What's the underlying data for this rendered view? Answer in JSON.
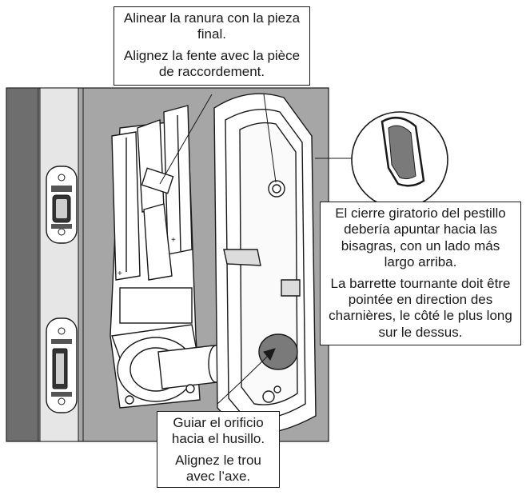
{
  "callouts": {
    "slot": {
      "es": "Alinear la ranura con la pieza final.",
      "fr": "Alignez la fente avec la pièce de raccordement."
    },
    "latch": {
      "es": "El cierre giratorio del pestillo debería apuntar hacia las bisagras, con un lado más largo arriba.",
      "fr": "La barrette tournante doit être pointée en direction des charnières, le côté le plus long sur le dessus."
    },
    "hole": {
      "es": "Guiar el orificio hacia el husillo.",
      "fr": "Alignez le trou avec l’axe."
    }
  },
  "colors": {
    "door": "#a6a6a6",
    "door_edge_dark": "#6e6e6e",
    "jamb": "#e6e6e6",
    "outline": "#1a1a1a",
    "part_fill": "#ffffff"
  }
}
